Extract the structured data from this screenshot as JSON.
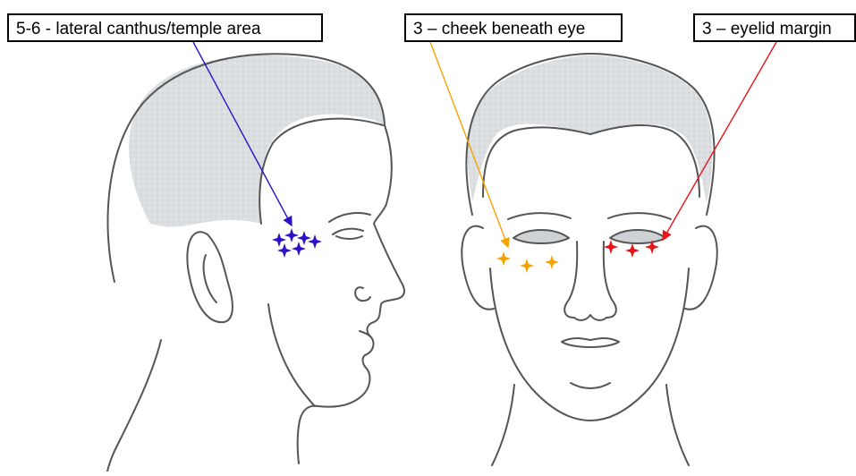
{
  "labels": {
    "temple": "5-6 - lateral canthus/temple area",
    "cheek": "3 – cheek beneath eye",
    "eyelid": "3 – eyelid margin"
  },
  "colors": {
    "temple": "#2a12c8",
    "cheek": "#f5a300",
    "eyelid": "#e8141a",
    "hair": "#d7dadc",
    "line": "#555555"
  }
}
